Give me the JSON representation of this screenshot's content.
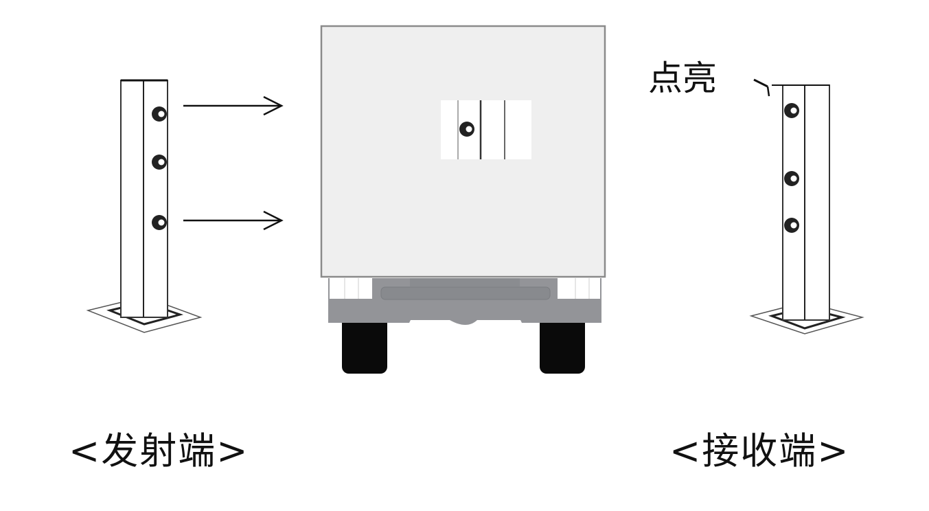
{
  "diagram": {
    "transmitter": {
      "label": "<发射端>",
      "beam_count": 2,
      "lamp_count": 3
    },
    "receiver": {
      "label": "<接收端>",
      "lamp_count": 3,
      "indicator_label": "点亮"
    },
    "vehicle": {
      "type": "truck-rear-view",
      "sensor_count": 1
    },
    "colors": {
      "background": "#ffffff",
      "truck_body": "#efefef",
      "truck_chassis": "#939498",
      "tires": "#0a0a0a",
      "outline": "#333333"
    }
  }
}
